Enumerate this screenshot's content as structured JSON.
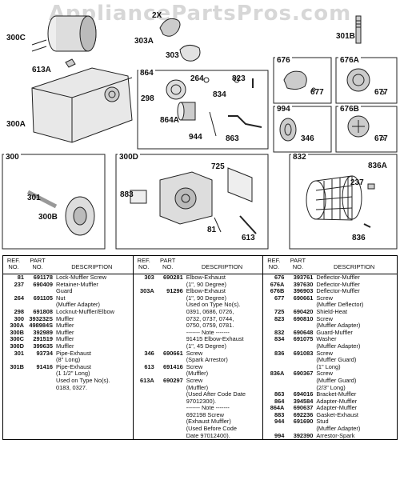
{
  "watermark": "AppliancePartsPros.com",
  "callouts": {
    "c300C": "300C",
    "c613A": "613A",
    "c300A": "300A",
    "c303A": "303A",
    "c303": "303",
    "c301B": "301B",
    "c864": "864",
    "c264": "264",
    "c823": "823",
    "c298": "298",
    "c834": "834",
    "c864A": "864A",
    "c944": "944",
    "c863": "863",
    "c676": "676",
    "c677a": "677",
    "c676A": "676A",
    "c677b": "677",
    "c994": "994",
    "c346": "346",
    "c676B": "676B",
    "c677c": "677",
    "c300": "300",
    "c301": "301",
    "c300B": "300B",
    "c300D": "300D",
    "c725": "725",
    "c883": "883",
    "c81": "81",
    "c613": "613",
    "c832": "832",
    "c836A": "836A",
    "c237": "237",
    "c836": "836",
    "c2X": "2X"
  },
  "table": {
    "headers": {
      "ref": "REF.\nNO.",
      "part": "PART\nNO.",
      "desc": "DESCRIPTION"
    },
    "columns": [
      [
        {
          "ref": "81",
          "part": "691178",
          "desc": [
            "Lock-Muffler Screw"
          ]
        },
        {
          "ref": "237",
          "part": "690409",
          "desc": [
            "Retainer-Muffler",
            "Guard"
          ]
        },
        {
          "ref": "264",
          "part": "691105",
          "desc": [
            "Nut",
            "(Muffler Adapter)"
          ]
        },
        {
          "ref": "298",
          "part": "691808",
          "desc": [
            "Locknut-Muffler/Elbow"
          ]
        },
        {
          "ref": "300",
          "part": "393232S",
          "desc": [
            "Muffler"
          ]
        },
        {
          "ref": "300A",
          "part": "498984S",
          "desc": [
            "Muffler"
          ]
        },
        {
          "ref": "300B",
          "part": "392989",
          "desc": [
            "Muffler"
          ]
        },
        {
          "ref": "300C",
          "part": "291519",
          "desc": [
            "Muffler"
          ]
        },
        {
          "ref": "300D",
          "part": "399635",
          "desc": [
            "Muffler"
          ]
        },
        {
          "ref": "301",
          "part": "93734",
          "desc": [
            "Pipe-Exhaust",
            "(8\" Long)"
          ]
        },
        {
          "ref": "301B",
          "part": "91416",
          "desc": [
            "Pipe-Exhaust",
            "(1 1/2\" Long)",
            "Used on Type No(s).",
            "0183, 0327."
          ]
        }
      ],
      [
        {
          "ref": "303",
          "part": "690281",
          "desc": [
            "Elbow-Exhaust",
            "(1\", 90 Degree)"
          ]
        },
        {
          "ref": "303A",
          "part": "91296",
          "desc": [
            "Elbow-Exhaust",
            "(1\", 90 Degree)",
            "Used on Type No(s).",
            "0391, 0686, 0726,",
            "0732, 0737, 0744,",
            "0750, 0759, 0781."
          ]
        },
        {
          "ref": "",
          "part": "",
          "desc": [
            "------- Note -------"
          ]
        },
        {
          "ref": "",
          "part": "",
          "desc": [
            "91415 Elbow-Exhaust",
            "(1\", 45 Degree)"
          ]
        },
        {
          "ref": "346",
          "part": "690661",
          "desc": [
            "Screw",
            "(Spark Arrestor)"
          ]
        },
        {
          "ref": "613",
          "part": "691416",
          "desc": [
            "Screw",
            "(Muffler)"
          ]
        },
        {
          "ref": "613A",
          "part": "690297",
          "desc": [
            "Screw",
            "(Muffler)",
            "(Used After Code Date",
            "97012300)."
          ]
        },
        {
          "ref": "",
          "part": "",
          "desc": [
            "------- Note -------"
          ]
        },
        {
          "ref": "",
          "part": "",
          "desc": [
            "692198 Screw",
            "(Exhaust Muffler)",
            "(Used Before Code",
            "Date 97012400)."
          ]
        }
      ],
      [
        {
          "ref": "676",
          "part": "393761",
          "desc": [
            "Deflector-Muffler"
          ]
        },
        {
          "ref": "676A",
          "part": "397630",
          "desc": [
            "Deflector-Muffler"
          ]
        },
        {
          "ref": "676B",
          "part": "396903",
          "desc": [
            "Deflector-Muffler"
          ]
        },
        {
          "ref": "677",
          "part": "690661",
          "desc": [
            "Screw",
            "(Muffler Deflector)"
          ]
        },
        {
          "ref": "725",
          "part": "690420",
          "desc": [
            "Shield-Heat"
          ]
        },
        {
          "ref": "823",
          "part": "690810",
          "desc": [
            "Screw",
            "(Muffler Adapter)"
          ]
        },
        {
          "ref": "832",
          "part": "690648",
          "desc": [
            "Guard-Muffler"
          ]
        },
        {
          "ref": "834",
          "part": "691075",
          "desc": [
            "Washer",
            "(Muffler Adapter)"
          ]
        },
        {
          "ref": "836",
          "part": "691083",
          "desc": [
            "Screw",
            "(Muffler Guard)",
            "(1\" Long)"
          ]
        },
        {
          "ref": "836A",
          "part": "690367",
          "desc": [
            "Screw",
            "(Muffler Guard)",
            "(2/3\" Long)"
          ]
        },
        {
          "ref": "863",
          "part": "694016",
          "desc": [
            "Bracket-Muffler"
          ]
        },
        {
          "ref": "864",
          "part": "394584",
          "desc": [
            "Adapter-Muffler"
          ]
        },
        {
          "ref": "864A",
          "part": "690637",
          "desc": [
            "Adapter-Muffler"
          ]
        },
        {
          "ref": "883",
          "part": "692236",
          "desc": [
            "Gasket-Exhaust"
          ]
        },
        {
          "ref": "944",
          "part": "691690",
          "desc": [
            "Stud",
            "(Muffler Adapter)"
          ]
        },
        {
          "ref": "994",
          "part": "392390",
          "desc": [
            "Arrestor-Spark"
          ]
        }
      ]
    ]
  }
}
